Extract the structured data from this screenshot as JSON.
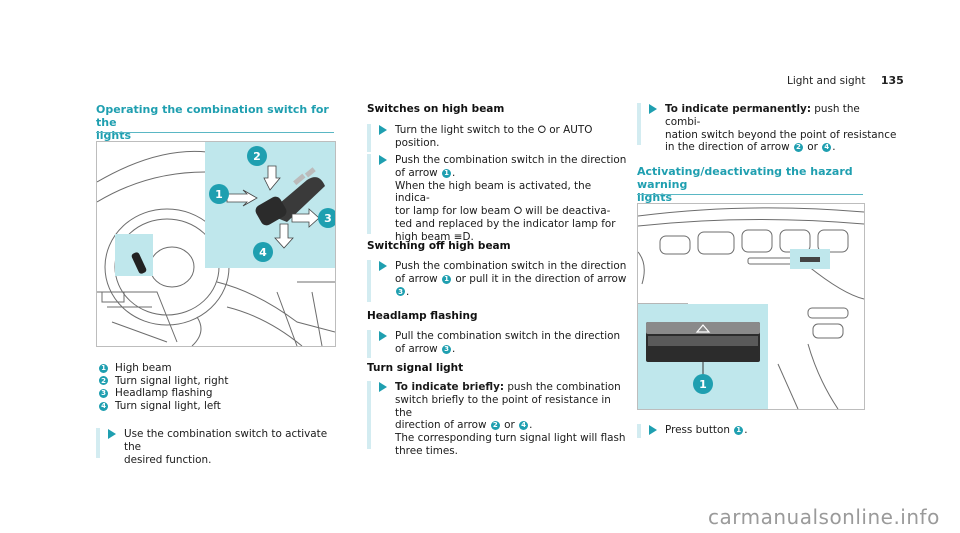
{
  "header": {
    "section": "Light and sight",
    "page": "135"
  },
  "col1": {
    "title_line1": "Operating the combination switch for the",
    "title_line2": "lights",
    "legend": [
      {
        "n": "1",
        "text": "High beam"
      },
      {
        "n": "2",
        "text": "Turn signal light, right"
      },
      {
        "n": "3",
        "text": "Headlamp flashing"
      },
      {
        "n": "4",
        "text": "Turn signal light, left"
      }
    ],
    "step_line1": "Use the combination switch to activate the",
    "step_line2": "desired function."
  },
  "col2": {
    "switches_title": "Switches on high beam",
    "s1_l1": "Turn the light switch to the ⭘ or AUTO",
    "s1_l2": "position.",
    "s2_l1": "Push the combination switch in the direction",
    "s2_l2a": "of arrow",
    "s2_l2b": ".",
    "s2_l3": "When the high beam is activated, the indica-",
    "s2_l4": "tor lamp for low beam ⭘ will be deactiva-",
    "s2_l5": "ted and replaced by the indicator lamp for",
    "s2_l6": "high beam ≡D.",
    "off_title": "Switching off high beam",
    "o1_l1": "Push the combination switch in the direction",
    "o1_l2a": "of arrow",
    "o1_l2b": "or pull it in the direction of arrow",
    "o1_l3": ".",
    "flash_title": "Headlamp flashing",
    "f1_l1": "Pull the combination switch in the direction",
    "f1_l2a": "of arrow",
    "f1_l2b": ".",
    "turn_title": "Turn signal light",
    "t1_bold": "To indicate briefly:",
    "t1_l1": " push the combination",
    "t1_l2": "switch briefly to the point of resistance in the",
    "t1_l3a": "direction of arrow",
    "t1_l3b": "or",
    "t1_l3c": ".",
    "t1_l4": "The corresponding turn signal light will flash",
    "t1_l5": "three times."
  },
  "col3": {
    "perm_bold": "To indicate permanently:",
    "perm_l1": " push the combi-",
    "perm_l2": "nation switch beyond the point of resistance",
    "perm_l3a": "in the direction of arrow",
    "perm_l3b": "or",
    "perm_l3c": ".",
    "hazard_title_l1": "Activating/deactivating the hazard warning",
    "hazard_title_l2": "lights",
    "press_a": "Press button",
    "press_b": "."
  },
  "callouts": {
    "one": "1",
    "two": "2",
    "three": "3",
    "four": "4"
  },
  "watermark": "carmanualsonline.info",
  "colors": {
    "accent": "#1f9fb0",
    "panel": "#bfe7ec"
  }
}
